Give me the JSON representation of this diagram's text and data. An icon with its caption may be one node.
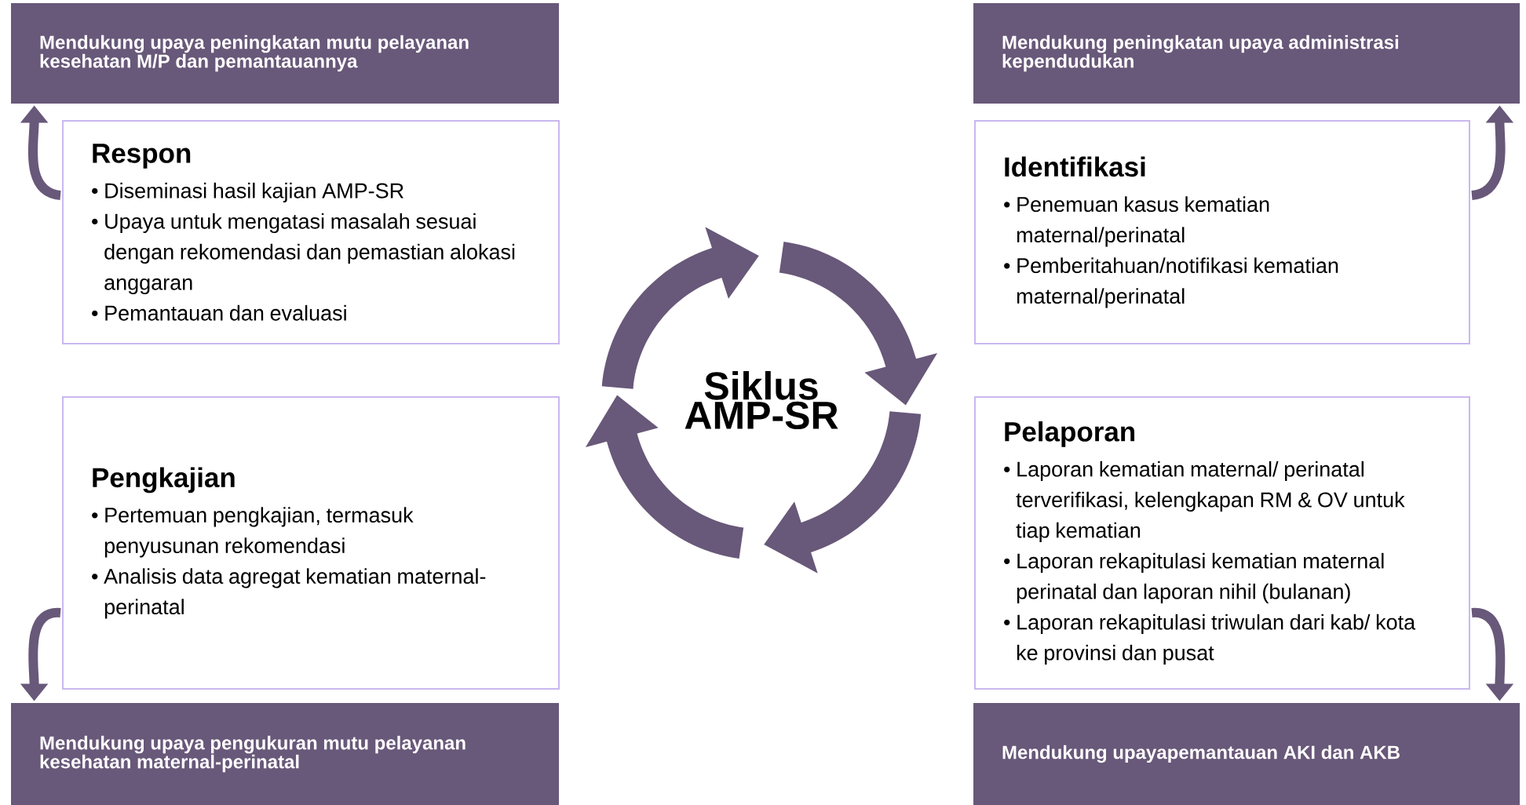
{
  "diagram": {
    "nodes": [
      {
        "text": [
          "Mendukung upaya peningkatan mutu pelayanan kesehatan M/P dan pemantauannya"
        ]
      },
      {
        "text": [
          "Mendukung peningkatan upaya administrasi kependudukan"
        ]
      },
      {
        "text": [
          "Respon",
          "• Diseminasi hasil kajian AMP-SR",
          "• Upaya untuk mengatasi masalah sesuai dengan rekomendasi dan pemastian alokasi anggaran",
          "• Pemantauan dan evaluasi"
        ]
      },
      {
        "text": [
          "Identifikasi",
          "• Penemuan kasus kematian maternal/perinatal",
          "• Pemberitahuan/notifikasi kematian maternal/perinatal"
        ]
      },
      {
        "text": [
          "Siklus AMP-SR"
        ]
      },
      {
        "text": [
          "Pengkajian",
          "• Pertemuan pengkajian, termasuk penyusunan rekomendasi",
          "• Analisis data agregat kematian maternal-perinatal"
        ]
      },
      {
        "text": [
          "Pelaporan",
          "• Laporan kematian maternal/ perinatal terverifikasi, kelengkapan RM & OV untuk tiap kematian",
          "• Laporan rekapitulasi kematian maternal perinatal dan laporan nihil (bulanan)",
          "• Laporan rekapitulasi triwulan dari kab/ kota ke provinsi dan pusat"
        ]
      },
      {
        "text": [
          "Mendukung upaya pengukuran mutu pelayanan kesehatan maternal-perinatal"
        ]
      },
      {
        "text": [
          "Mendukung upayapemantauan AKI dan AKB"
        ]
      }
    ],
    "edges": [
      {
        "from": 2,
        "to": 0,
        "arrow": "to"
      },
      {
        "from": 3,
        "to": 1,
        "arrow": "to"
      },
      {
        "from": 5,
        "to": 7,
        "arrow": "to"
      },
      {
        "from": 6,
        "to": 8,
        "arrow": "to"
      }
    ]
  }
}
